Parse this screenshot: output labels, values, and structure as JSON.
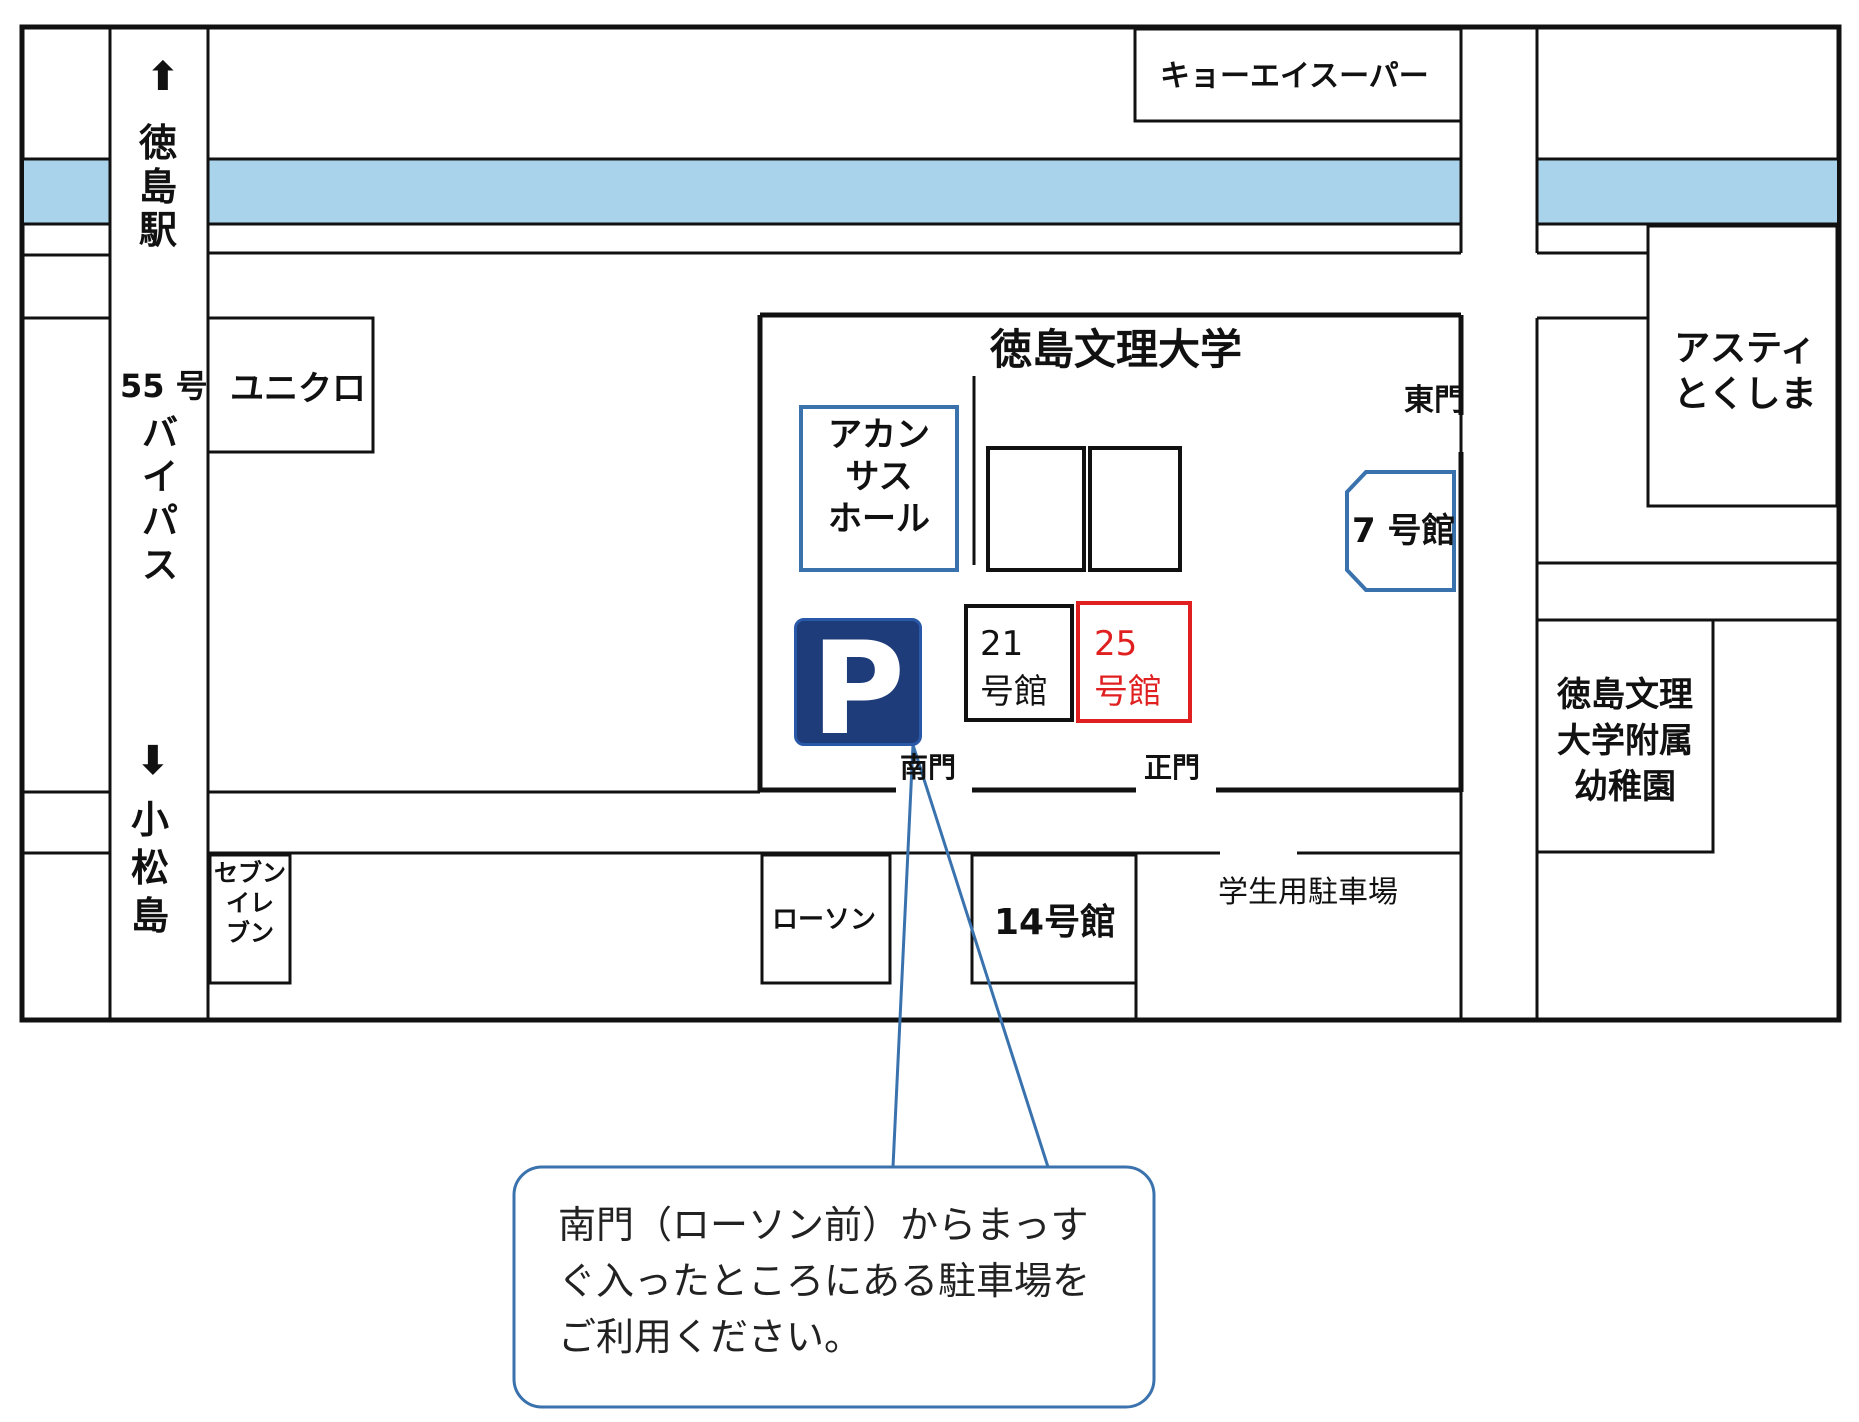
{
  "map": {
    "university": "徳島文理大学",
    "east_gate": "東門",
    "south_gate": "南門",
    "main_gate": "正門",
    "bldg7": "7 号館",
    "bldg21": "21\n号館",
    "bldg25": "25\n号館",
    "bldg14": "14号館",
    "acanthus": "アカン\nサス\nホール",
    "parking_symbol": "P",
    "student_parking": "学生用駐車場",
    "lawson": "ローソン",
    "seven_eleven": "セブン\nイレ\nブン",
    "uniqlo": "ユニクロ",
    "kyoei": "キョーエイスーパー",
    "asty": "アスティ\nとくしま",
    "kindergarten": "徳島文理\n大学附属\n幼稚園",
    "route55": "55 号",
    "bypass": "バイパス",
    "to_station": "徳島駅",
    "to_komatsushima": "小松島",
    "arrow_up": "⬆",
    "arrow_down": "⬇",
    "callout": "南門（ローソン前）からまっすぐ入ったところにある駐車場をご利用ください。"
  },
  "colors": {
    "river": "#a9d3ea",
    "blue_outline": "#3a72ae",
    "red_building": "#e02020",
    "parking_bg": "#1f3c7a",
    "callout_border": "#3a72ae"
  }
}
